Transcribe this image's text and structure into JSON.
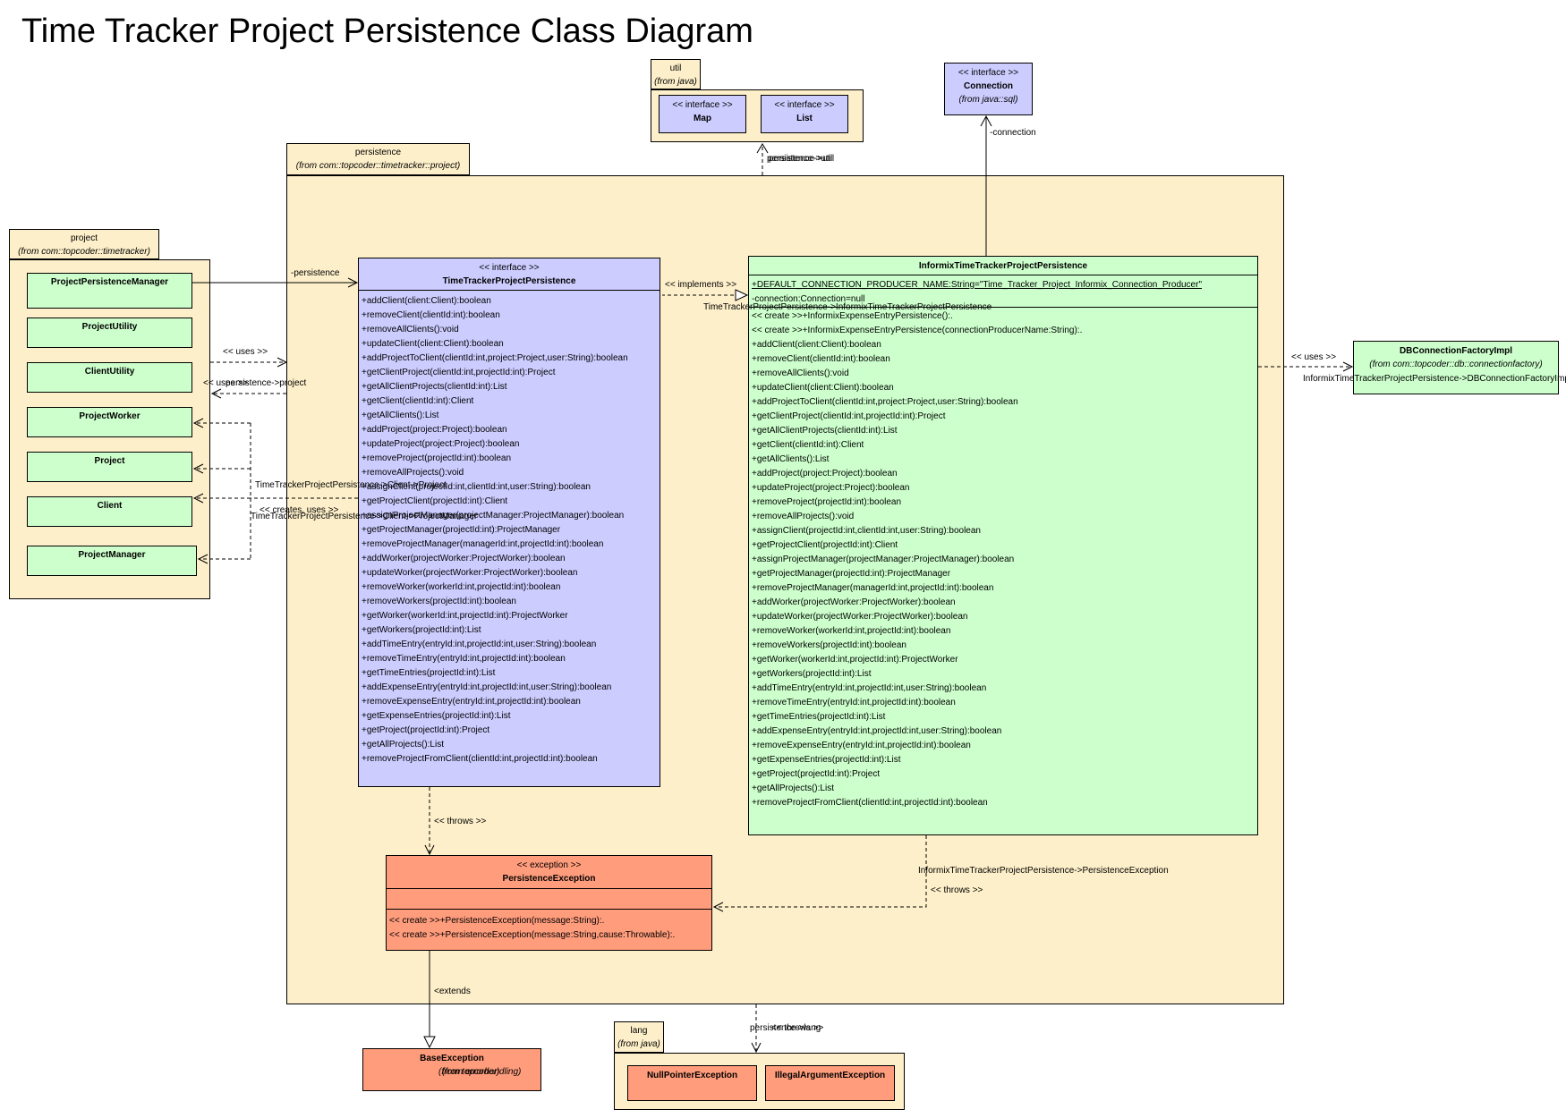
{
  "title": "Time Tracker Project Persistence Class Diagram",
  "packages": {
    "util": {
      "name": "util",
      "from": "(from java)"
    },
    "persistence": {
      "name": "persistence",
      "from": "(from com::topcoder::timetracker::project)"
    },
    "project": {
      "name": "project",
      "from": "(from com::topcoder::timetracker)"
    },
    "lang": {
      "name": "lang",
      "from": "(from java)"
    }
  },
  "classes": {
    "map": {
      "stereotype": "<< interface >>",
      "name": "Map"
    },
    "list": {
      "stereotype": "<< interface >>",
      "name": "List"
    },
    "connection": {
      "stereotype": "<< interface >>",
      "name": "Connection",
      "from": "(from java::sql)"
    },
    "project_persistence_manager": {
      "name": "ProjectPersistenceManager"
    },
    "project_utility": {
      "name": "ProjectUtility"
    },
    "client_utility": {
      "name": "ClientUtility"
    },
    "project_worker": {
      "name": "ProjectWorker"
    },
    "project": {
      "name": "Project"
    },
    "client": {
      "name": "Client"
    },
    "project_manager": {
      "name": "ProjectManager"
    },
    "ttpp": {
      "stereotype": "<< interface >>",
      "name": "TimeTrackerProjectPersistence",
      "methods": [
        "+addClient(client:Client):boolean",
        "+removeClient(clientId:int):boolean",
        "+removeAllClients():void",
        "+updateClient(client:Client):boolean",
        "+addProjectToClient(clientId:int,project:Project,user:String):boolean",
        "+getClientProject(clientId:int,projectId:int):Project",
        "+getAllClientProjects(clientId:int):List",
        "+getClient(clientId:int):Client",
        "+getAllClients():List",
        "+addProject(project:Project):boolean",
        "+updateProject(project:Project):boolean",
        "+removeProject(projectId:int):boolean",
        "+removeAllProjects():void",
        "+assignClient(projectId:int,clientId:int,user:String):boolean",
        "+getProjectClient(projectId:int):Client",
        "+assignProjectManager(projectManager:ProjectManager):boolean",
        "+getProjectManager(projectId:int):ProjectManager",
        "+removeProjectManager(managerId:int,projectId:int):boolean",
        "+addWorker(projectWorker:ProjectWorker):boolean",
        "+updateWorker(projectWorker:ProjectWorker):boolean",
        "+removeWorker(workerId:int,projectId:int):boolean",
        "+removeWorkers(projectId:int):boolean",
        "+getWorker(workerId:int,projectId:int):ProjectWorker",
        "+getWorkers(projectId:int):List",
        "+addTimeEntry(entryId:int,projectId:int,user:String):boolean",
        "+removeTimeEntry(entryId:int,projectId:int):boolean",
        "+getTimeEntries(projectId:int):List",
        "+addExpenseEntry(entryId:int,projectId:int,user:String):boolean",
        "+removeExpenseEntry(entryId:int,projectId:int):boolean",
        "+getExpenseEntries(projectId:int):List",
        "+getProject(projectId:int):Project",
        "+getAllProjects():List",
        "+removeProjectFromClient(clientId:int,projectId:int):boolean"
      ]
    },
    "ittpp": {
      "name": "InformixTimeTrackerProjectPersistence",
      "attributes": [
        "+DEFAULT_CONNECTION_PRODUCER_NAME:String=\"Time_Tracker_Project_Informix_Connection_Producer\"",
        "-connection:Connection=null"
      ],
      "methods": [
        "<< create >>+InformixExpenseEntryPersistence():.",
        "<< create >>+InformixExpenseEntryPersistence(connectionProducerName:String):.",
        "+addClient(client:Client):boolean",
        "+removeClient(clientId:int):boolean",
        "+removeAllClients():void",
        "+updateClient(client:Client):boolean",
        "+addProjectToClient(clientId:int,project:Project,user:String):boolean",
        "+getClientProject(clientId:int,projectId:int):Project",
        "+getAllClientProjects(clientId:int):List",
        "+getClient(clientId:int):Client",
        "+getAllClients():List",
        "+addProject(project:Project):boolean",
        "+updateProject(project:Project):boolean",
        "+removeProject(projectId:int):boolean",
        "+removeAllProjects():void",
        "+assignClient(projectId:int,clientId:int,user:String):boolean",
        "+getProjectClient(projectId:int):Client",
        "+assignProjectManager(projectManager:ProjectManager):boolean",
        "+getProjectManager(projectId:int):ProjectManager",
        "+removeProjectManager(managerId:int,projectId:int):boolean",
        "+addWorker(projectWorker:ProjectWorker):boolean",
        "+updateWorker(projectWorker:ProjectWorker):boolean",
        "+removeWorker(workerId:int,projectId:int):boolean",
        "+removeWorkers(projectId:int):boolean",
        "+getWorker(workerId:int,projectId:int):ProjectWorker",
        "+getWorkers(projectId:int):List",
        "+addTimeEntry(entryId:int,projectId:int,user:String):boolean",
        "+removeTimeEntry(entryId:int,projectId:int):boolean",
        "+getTimeEntries(projectId:int):List",
        "+addExpenseEntry(entryId:int,projectId:int,user:String):boolean",
        "+removeExpenseEntry(entryId:int,projectId:int):boolean",
        "+getExpenseEntries(projectId:int):List",
        "+getProject(projectId:int):Project",
        "+getAllProjects():List",
        "+removeProjectFromClient(clientId:int,projectId:int):boolean"
      ]
    },
    "db_factory": {
      "name": "DBConnectionFactoryImpl",
      "from": "(from com::topcoder::db::connectionfactory)"
    },
    "persistence_exception": {
      "stereotype": "<< exception >>",
      "name": "PersistenceException",
      "methods": [
        "<< create >>+PersistenceException(message:String):.",
        "<< create >>+PersistenceException(message:String,cause:Throwable):."
      ]
    },
    "base_exception": {
      "name": "BaseException",
      "from": "(from topcoder)",
      "from2": "(from errorhandling)"
    },
    "null_pointer": {
      "name": "NullPointerException"
    },
    "illegal_argument": {
      "name": "IllegalArgumentException"
    }
  },
  "edges": {
    "persistence_util_1": "persistence->util",
    "persistence_util_2": "persistence->util",
    "connection_role": "-connection",
    "persistence_role": "-persistence",
    "uses": "<< uses >>",
    "uses_left": "<< uses >>",
    "persistence_project": "persistence->project",
    "implements": "<< implements >>",
    "implements_name": "TimeTrackerProjectPersistence->InformixTimeTrackerProjectPersistence",
    "ttpp_client_project": "TimeTrackerProjectPersistence->Client->Project",
    "creates_uses": "<< creates, uses >>",
    "ttpp_client_pm": "TimeTrackerProjectPersistence->Client->ProjectManager",
    "uses_db": "<< uses >>",
    "ittpp_db": "InformixTimeTrackerProjectPersistence->DBConnectionFactoryImpl",
    "throws_1": "<< throws >>",
    "ittpp_pe": "InformixTimeTrackerProjectPersistence->PersistenceException",
    "throws_2": "<< throws >>",
    "extends": "<extends",
    "persistence_lang_1": "persistence->lang",
    "persistence_lang_2": "<< throws >>"
  }
}
